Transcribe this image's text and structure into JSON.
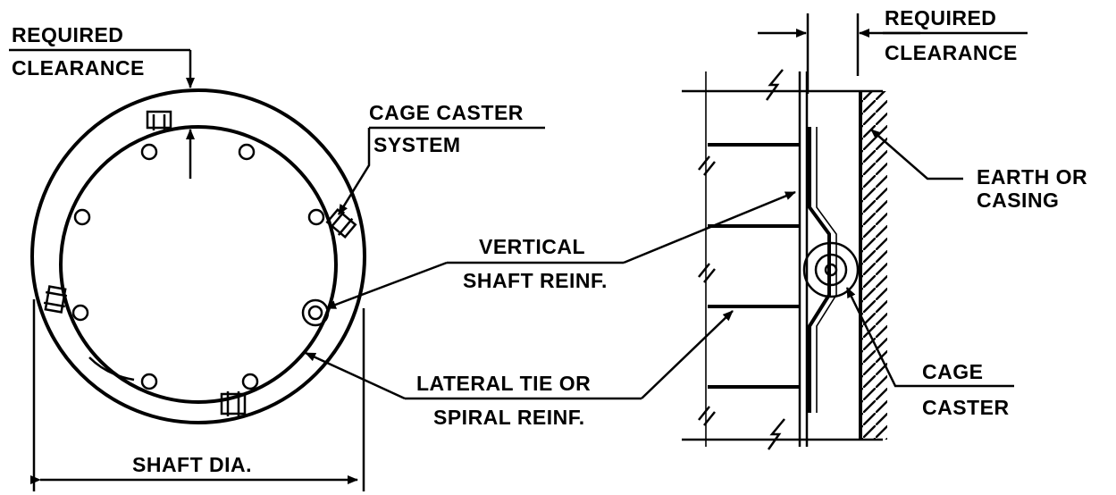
{
  "labels": {
    "required_clearance_left_1": "REQUIRED",
    "required_clearance_left_2": "CLEARANCE",
    "cage_caster_system_1": "CAGE CASTER",
    "cage_caster_system_2": "SYSTEM",
    "vertical_reinf_1": "VERTICAL",
    "vertical_reinf_2": "SHAFT REINF.",
    "lateral_tie_1": "LATERAL TIE OR",
    "lateral_tie_2": "SPIRAL REINF.",
    "shaft_dia": "SHAFT DIA.",
    "required_clearance_right_1": "REQUIRED",
    "required_clearance_right_2": "CLEARANCE",
    "earth_casing_1": "EARTH OR",
    "earth_casing_2": "CASING",
    "cage_caster_1": "CAGE",
    "cage_caster_2": "CASTER"
  },
  "colors": {
    "ink": "#000000",
    "paper": "#ffffff"
  }
}
